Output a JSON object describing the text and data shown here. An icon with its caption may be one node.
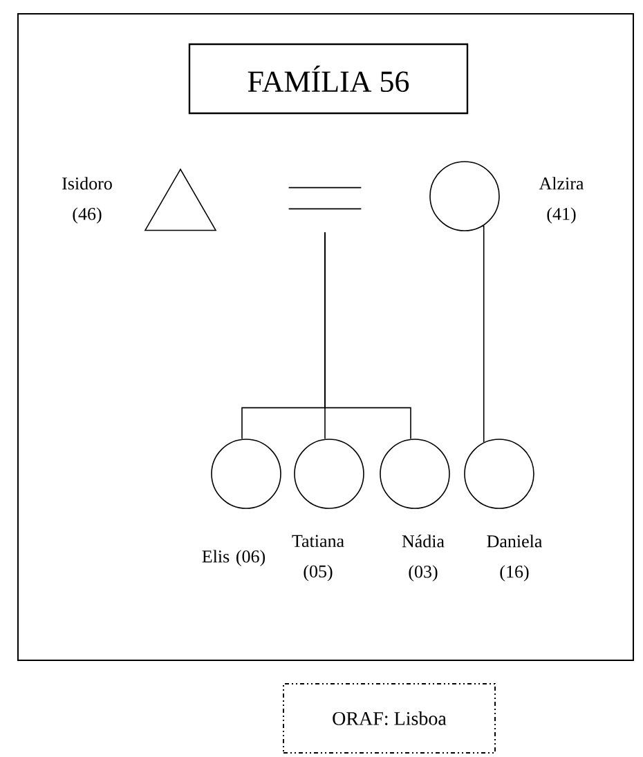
{
  "diagram": {
    "nodes": [
      {
        "text": [
          "FAMÍLIA 56"
        ]
      },
      {
        "text": [],
        "shape": "triangle",
        "beside": [
          "Isidoro (46)"
        ]
      },
      {
        "text": [],
        "shape": "bar"
      },
      {
        "text": [],
        "shape": "circle",
        "beside": [
          "Alzira (41)"
        ]
      },
      {
        "text": [],
        "shape": "circle",
        "beside": [
          "Elis (06)"
        ]
      },
      {
        "text": [],
        "shape": "circle",
        "beside": [
          "Tatiana (05)"
        ]
      },
      {
        "text": [],
        "shape": "circle",
        "beside": [
          "Nádia (03)"
        ]
      },
      {
        "text": [],
        "shape": "circle",
        "beside": [
          "Daniela (16)"
        ]
      },
      {
        "text": [
          "ORAF: Lisboa"
        ]
      }
    ],
    "edges": [
      {
        "from": 2,
        "to": 4,
        "arrow": "none"
      },
      {
        "from": 2,
        "to": 5,
        "arrow": "none"
      },
      {
        "from": 2,
        "to": 6,
        "arrow": "none"
      },
      {
        "from": 3,
        "to": 7,
        "arrow": "none"
      }
    ]
  }
}
